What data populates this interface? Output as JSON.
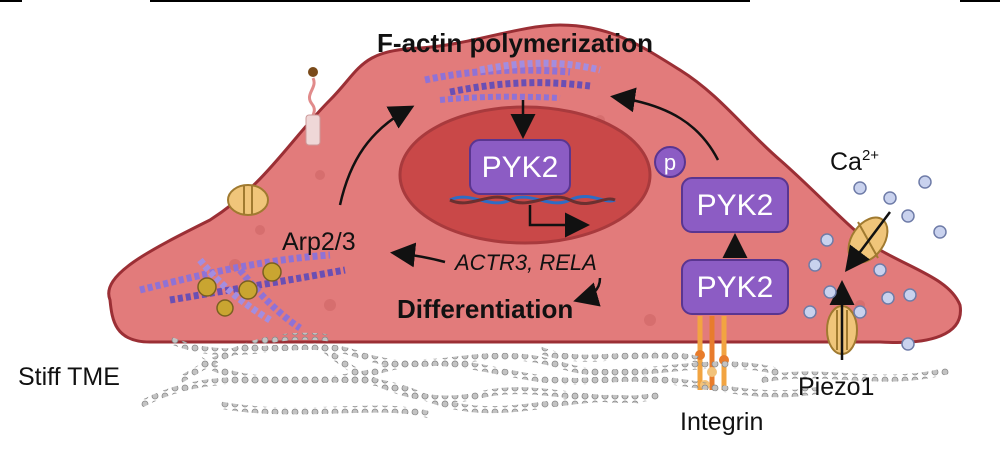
{
  "labels": {
    "f_actin": "F-actin polymerization",
    "pyk2_nucleus": "PYK2",
    "pyk2_phospho": "PYK2",
    "pyk2_lower": "PYK2",
    "phospho_mark": "p",
    "genes": "ACTR3, RELA",
    "arp": "Arp2/3",
    "differentiation": "Differentiation",
    "calcium_base": "Ca",
    "calcium_charge": "2+",
    "stiff_tme": "Stiff TME",
    "piezo1": "Piezo1",
    "integrin": "Integrin"
  },
  "colors": {
    "cell_fill": "#e27b7b",
    "cell_stroke": "#9b2f35",
    "nucleus_fill": "#c94848",
    "nucleus_stroke": "#a83a3d",
    "pyk2_fill": "#8c5cc4",
    "pyk2_stroke": "#5a3590",
    "actin": "#8f72d6",
    "arp_ball": "#c9a531",
    "channel": "#f0c57a",
    "calcium_ion": "#c9d2ee",
    "ecm_fiber": "#b9b9b9",
    "integrin": "#f2a441"
  }
}
